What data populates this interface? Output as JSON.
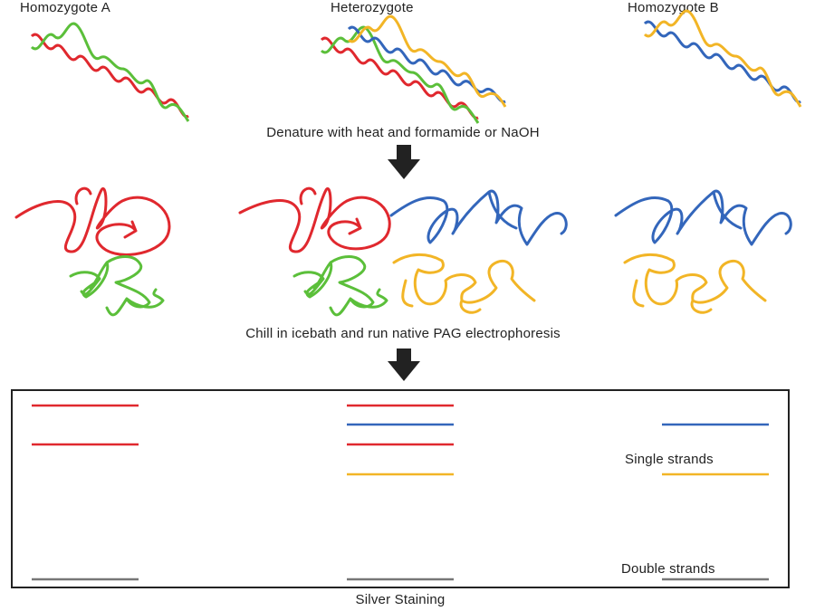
{
  "genotypes": {
    "homozygote_a": "Homozygote A",
    "heterozygote": "Heterozygote",
    "homozygote_b": "Homozygote B"
  },
  "steps": {
    "denature": "Denature with heat and formamide or NaOH",
    "chill": "Chill in icebath and run native PAG electrophoresis"
  },
  "gel": {
    "single_strands": "Single strands",
    "double_strands": "Double strands",
    "staining": "Silver Staining"
  },
  "colors": {
    "allele_a_strand1": "#e0282e",
    "allele_a_strand2": "#5bbf3a",
    "allele_b_strand1": "#3366bb",
    "allele_b_strand2": "#f2b526",
    "double_strand_band": "#777777"
  }
}
